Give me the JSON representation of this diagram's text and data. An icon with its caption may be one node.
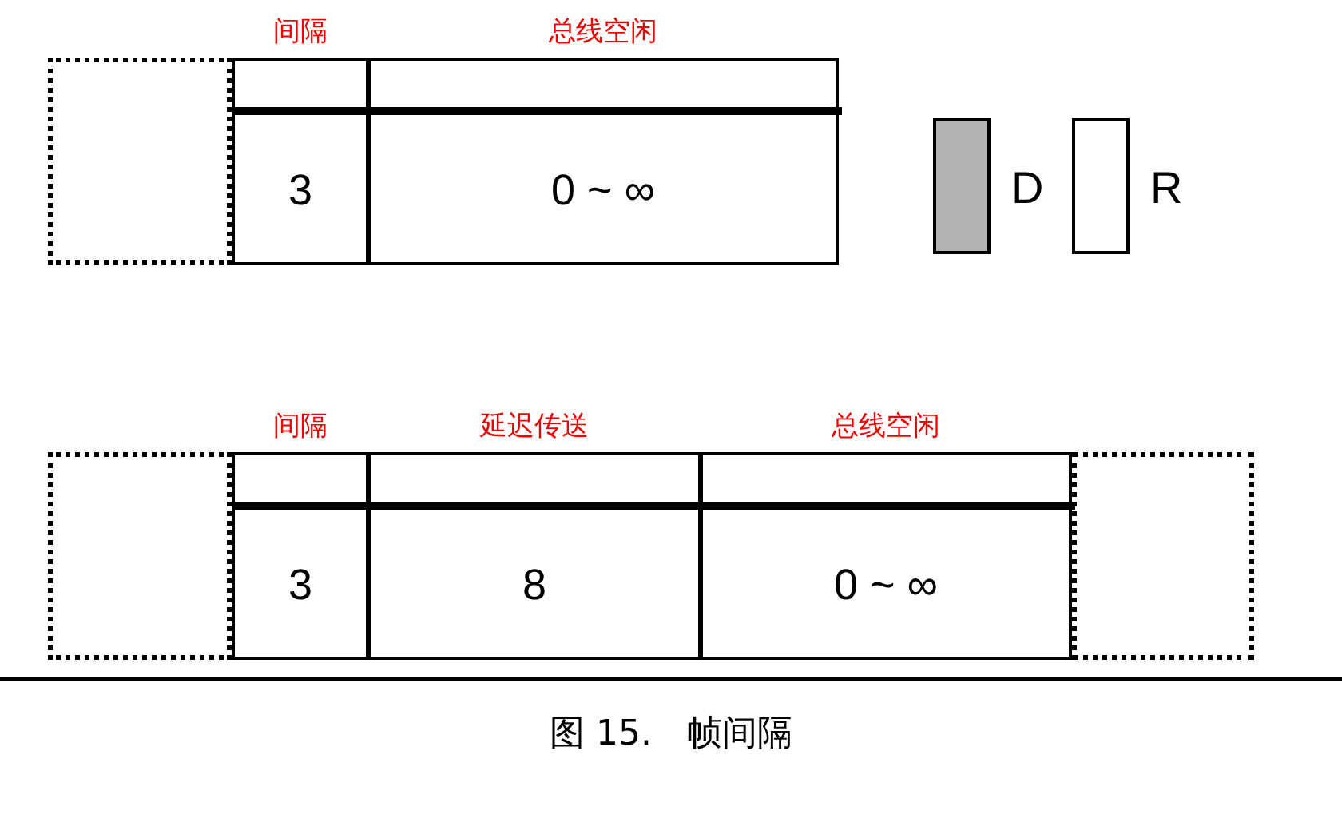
{
  "diagram": {
    "caption": "图 15.　帧间隔",
    "nodes": [
      {
        "text": [],
        "shape": "box"
      },
      {
        "text": [
          "间隔",
          "3"
        ]
      },
      {
        "text": [
          "总线空闲",
          "0 ~ ∞"
        ]
      },
      {
        "text": [],
        "shape": "box"
      },
      {
        "text": [
          "间隔",
          "3"
        ]
      },
      {
        "text": [
          "延迟传送",
          "8"
        ]
      },
      {
        "text": [
          "总线空闲",
          "0 ~ ∞"
        ]
      },
      {
        "text": [],
        "shape": "box"
      }
    ],
    "legend": [
      {
        "text": "D",
        "color": "#b3b3b3"
      },
      {
        "text": "R",
        "color": "#ffffff"
      }
    ]
  }
}
